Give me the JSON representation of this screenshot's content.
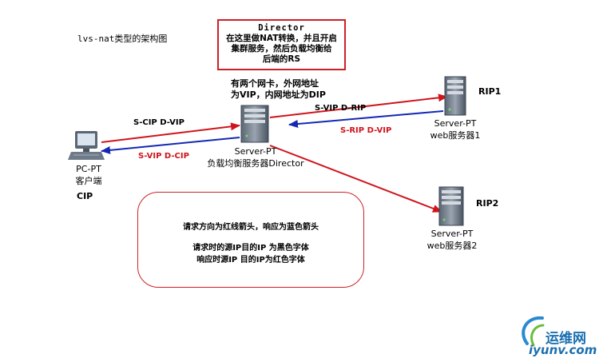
{
  "title": "lvs-nat类型的架构图",
  "director_box": {
    "heading": "Director",
    "lines": [
      "在这里做NAT转换，并且开启",
      "集群服务，然后负载均衡给",
      "后端的RS"
    ]
  },
  "director_nic_note": [
    "有两个网卡，外网地址",
    "为VIP，内网地址为DIP"
  ],
  "nodes": {
    "pc": {
      "type": "PC-PT",
      "role": "客户端",
      "ip_label": "CIP"
    },
    "director": {
      "type": "Server-PT",
      "role": "负载均衡服务器Director"
    },
    "web1": {
      "type": "Server-PT",
      "role": "web服务器1",
      "ip_label": "RIP1"
    },
    "web2": {
      "type": "Server-PT",
      "role": "web服务器2",
      "ip_label": "RIP2"
    }
  },
  "edges": {
    "pc_to_director": "S-CIP  D-VIP",
    "director_to_pc": "S-VIP  D-CIP",
    "director_to_web1": "S-VIP  D-RIP",
    "web1_to_director": "S-RIP  D-VIP"
  },
  "legend": {
    "line1": "请求方向为红线箭头，响应为蓝色箭头",
    "line2": "请求时的源IP目的IP  为黑色字体",
    "line3": "响应时源IP  目的IP为红色字体"
  },
  "watermark": {
    "text": "运维网",
    "url": "iyunv.com"
  },
  "colors": {
    "request": "#d0141c",
    "response": "#1428b4",
    "box_border": "#cc2027",
    "brand": "#1a6fb0"
  }
}
